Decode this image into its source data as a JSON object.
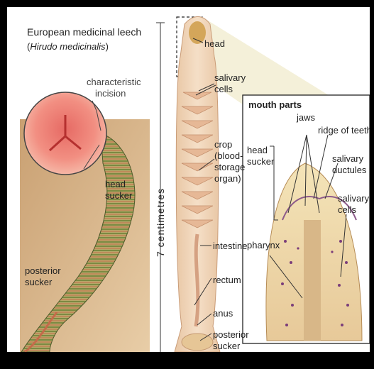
{
  "title": "European medicinal leech",
  "subtitle_paren_open": "(",
  "subtitle_species": "Hirudo medicinalis",
  "subtitle_paren_close": ")",
  "left_labels": {
    "characteristic_incision_1": "characteristic",
    "characteristic_incision_2": "incision",
    "head_sucker_1": "head",
    "head_sucker_2": "sucker",
    "posterior_sucker_1": "posterior",
    "posterior_sucker_2": "sucker"
  },
  "scale_label": "7 centimetres",
  "body_labels": {
    "head": "head",
    "salivary_cells_1": "salivary",
    "salivary_cells_2": "cells",
    "crop_1": "crop",
    "crop_2": "(blood-",
    "crop_3": "storage",
    "crop_4": "organ)",
    "intestine": "intestine",
    "rectum": "rectum",
    "anus": "anus",
    "posterior_1": "posterior",
    "posterior_2": "sucker"
  },
  "inset": {
    "title": "mouth parts",
    "jaws": "jaws",
    "ridge_of_teeth": "ridge of teeth",
    "head_sucker_1": "head",
    "head_sucker_2": "sucker",
    "salivary_ductules_1": "salivary",
    "salivary_ductules_2": "ductules",
    "salivary_cells_1": "salivary",
    "salivary_cells_2": "cells",
    "pharynx": "pharynx"
  }
}
